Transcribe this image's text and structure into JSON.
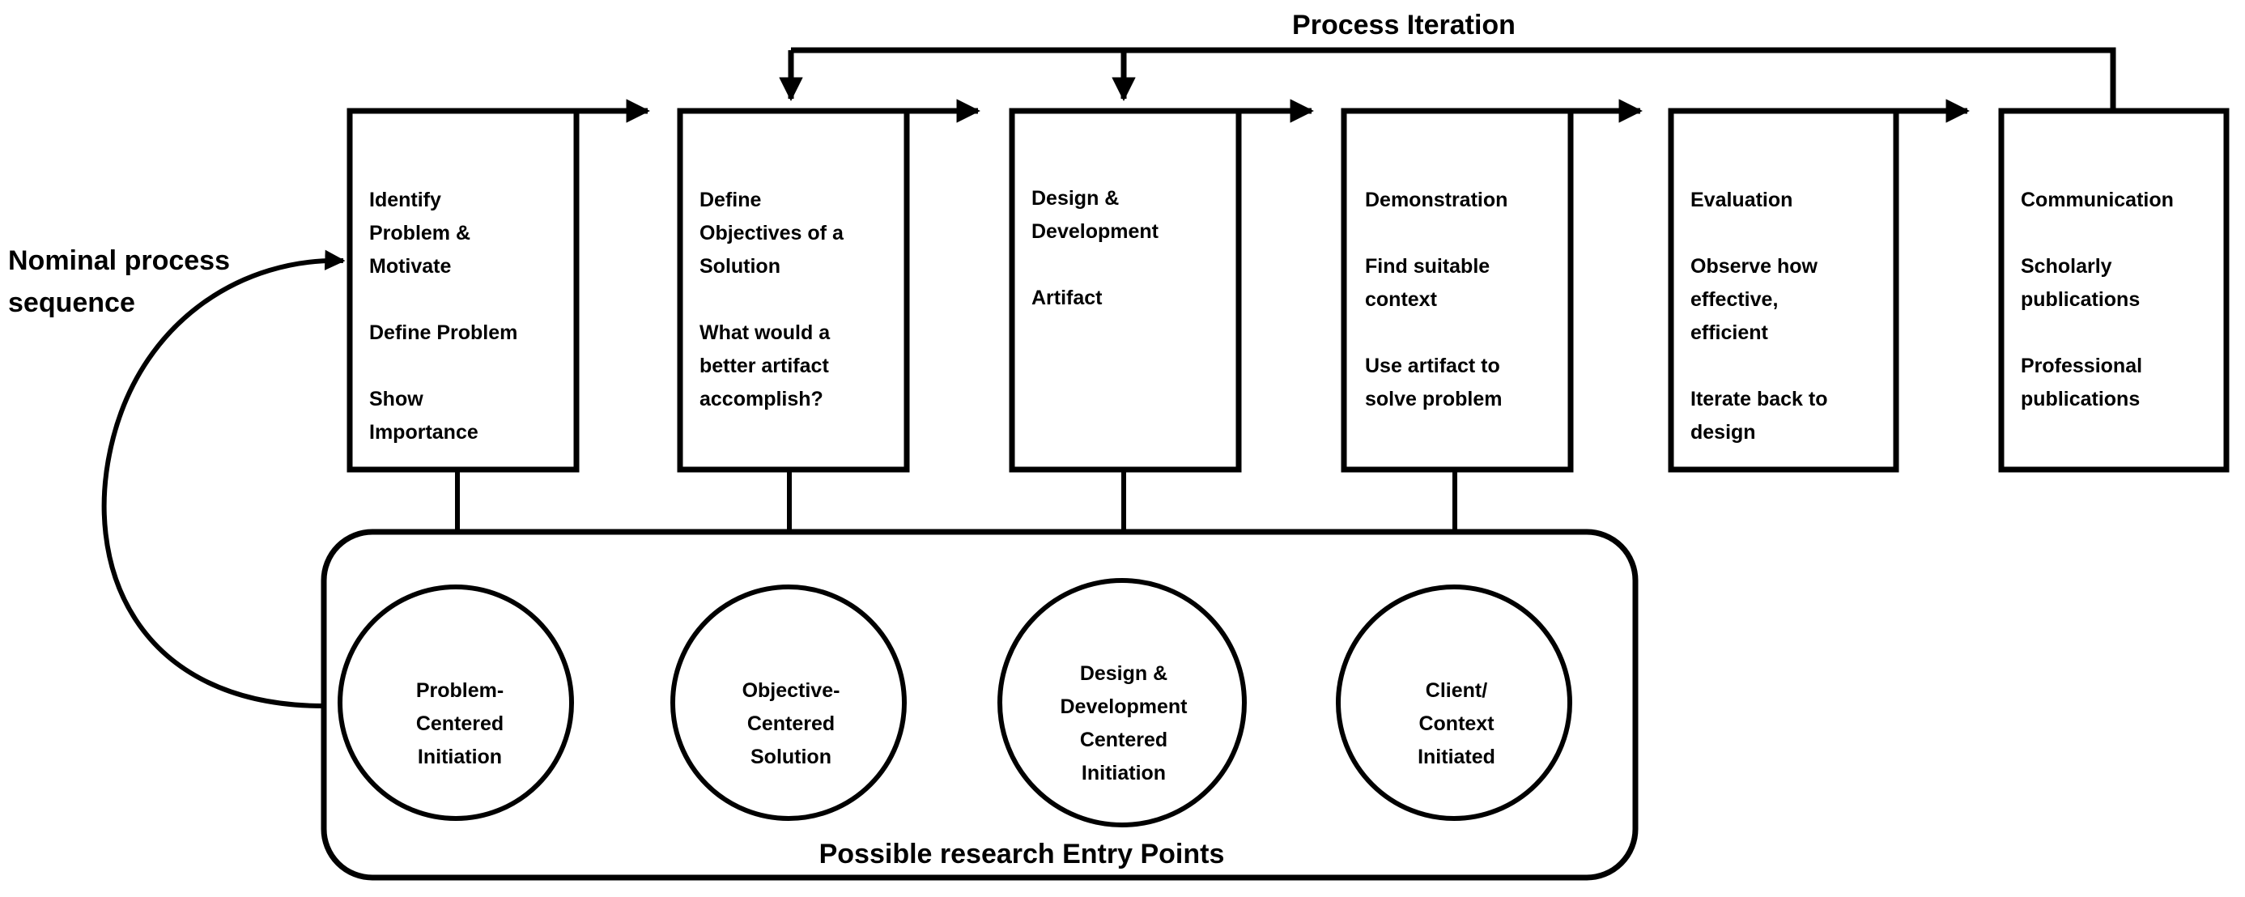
{
  "diagram": {
    "title_iteration": "Process Iteration",
    "label_nominal_line1": "Nominal process",
    "label_nominal_line2": "sequence",
    "label_entry_points": "Possible research Entry Points",
    "stroke_color": "#000000",
    "background_color": "#ffffff",
    "process_steps": [
      {
        "id": "identify-problem",
        "lines": [
          "Identify",
          "Problem &",
          "Motivate",
          "",
          "Define Problem",
          "",
          "Show",
          "Importance"
        ]
      },
      {
        "id": "define-objectives",
        "lines": [
          "Define",
          "Objectives of a",
          "Solution",
          "",
          "What would a",
          "better artifact",
          "accomplish?"
        ]
      },
      {
        "id": "design-development",
        "lines": [
          "Design &",
          "Development",
          "",
          "Artifact"
        ]
      },
      {
        "id": "demonstration",
        "lines": [
          "Demonstration",
          "",
          "Find suitable",
          "context",
          "",
          "Use artifact to",
          "solve problem"
        ]
      },
      {
        "id": "evaluation",
        "lines": [
          "Evaluation",
          "",
          "Observe how",
          "effective,",
          "efficient",
          "",
          "Iterate back to",
          "design"
        ]
      },
      {
        "id": "communication",
        "lines": [
          "Communication",
          "",
          "Scholarly",
          "publications",
          "",
          "Professional",
          "publications"
        ]
      }
    ],
    "entry_points": [
      {
        "id": "problem-centered-initiation",
        "lines": [
          "Problem-",
          "Centered",
          "Initiation"
        ]
      },
      {
        "id": "objective-centered-solution",
        "lines": [
          "Objective-",
          "Centered",
          "Solution"
        ]
      },
      {
        "id": "design-development-centered-initiation",
        "lines": [
          "Design &",
          "Development",
          "Centered",
          "Initiation"
        ]
      },
      {
        "id": "client-context-initiated",
        "lines": [
          "Client/",
          "Context",
          "Initiated"
        ]
      }
    ]
  }
}
